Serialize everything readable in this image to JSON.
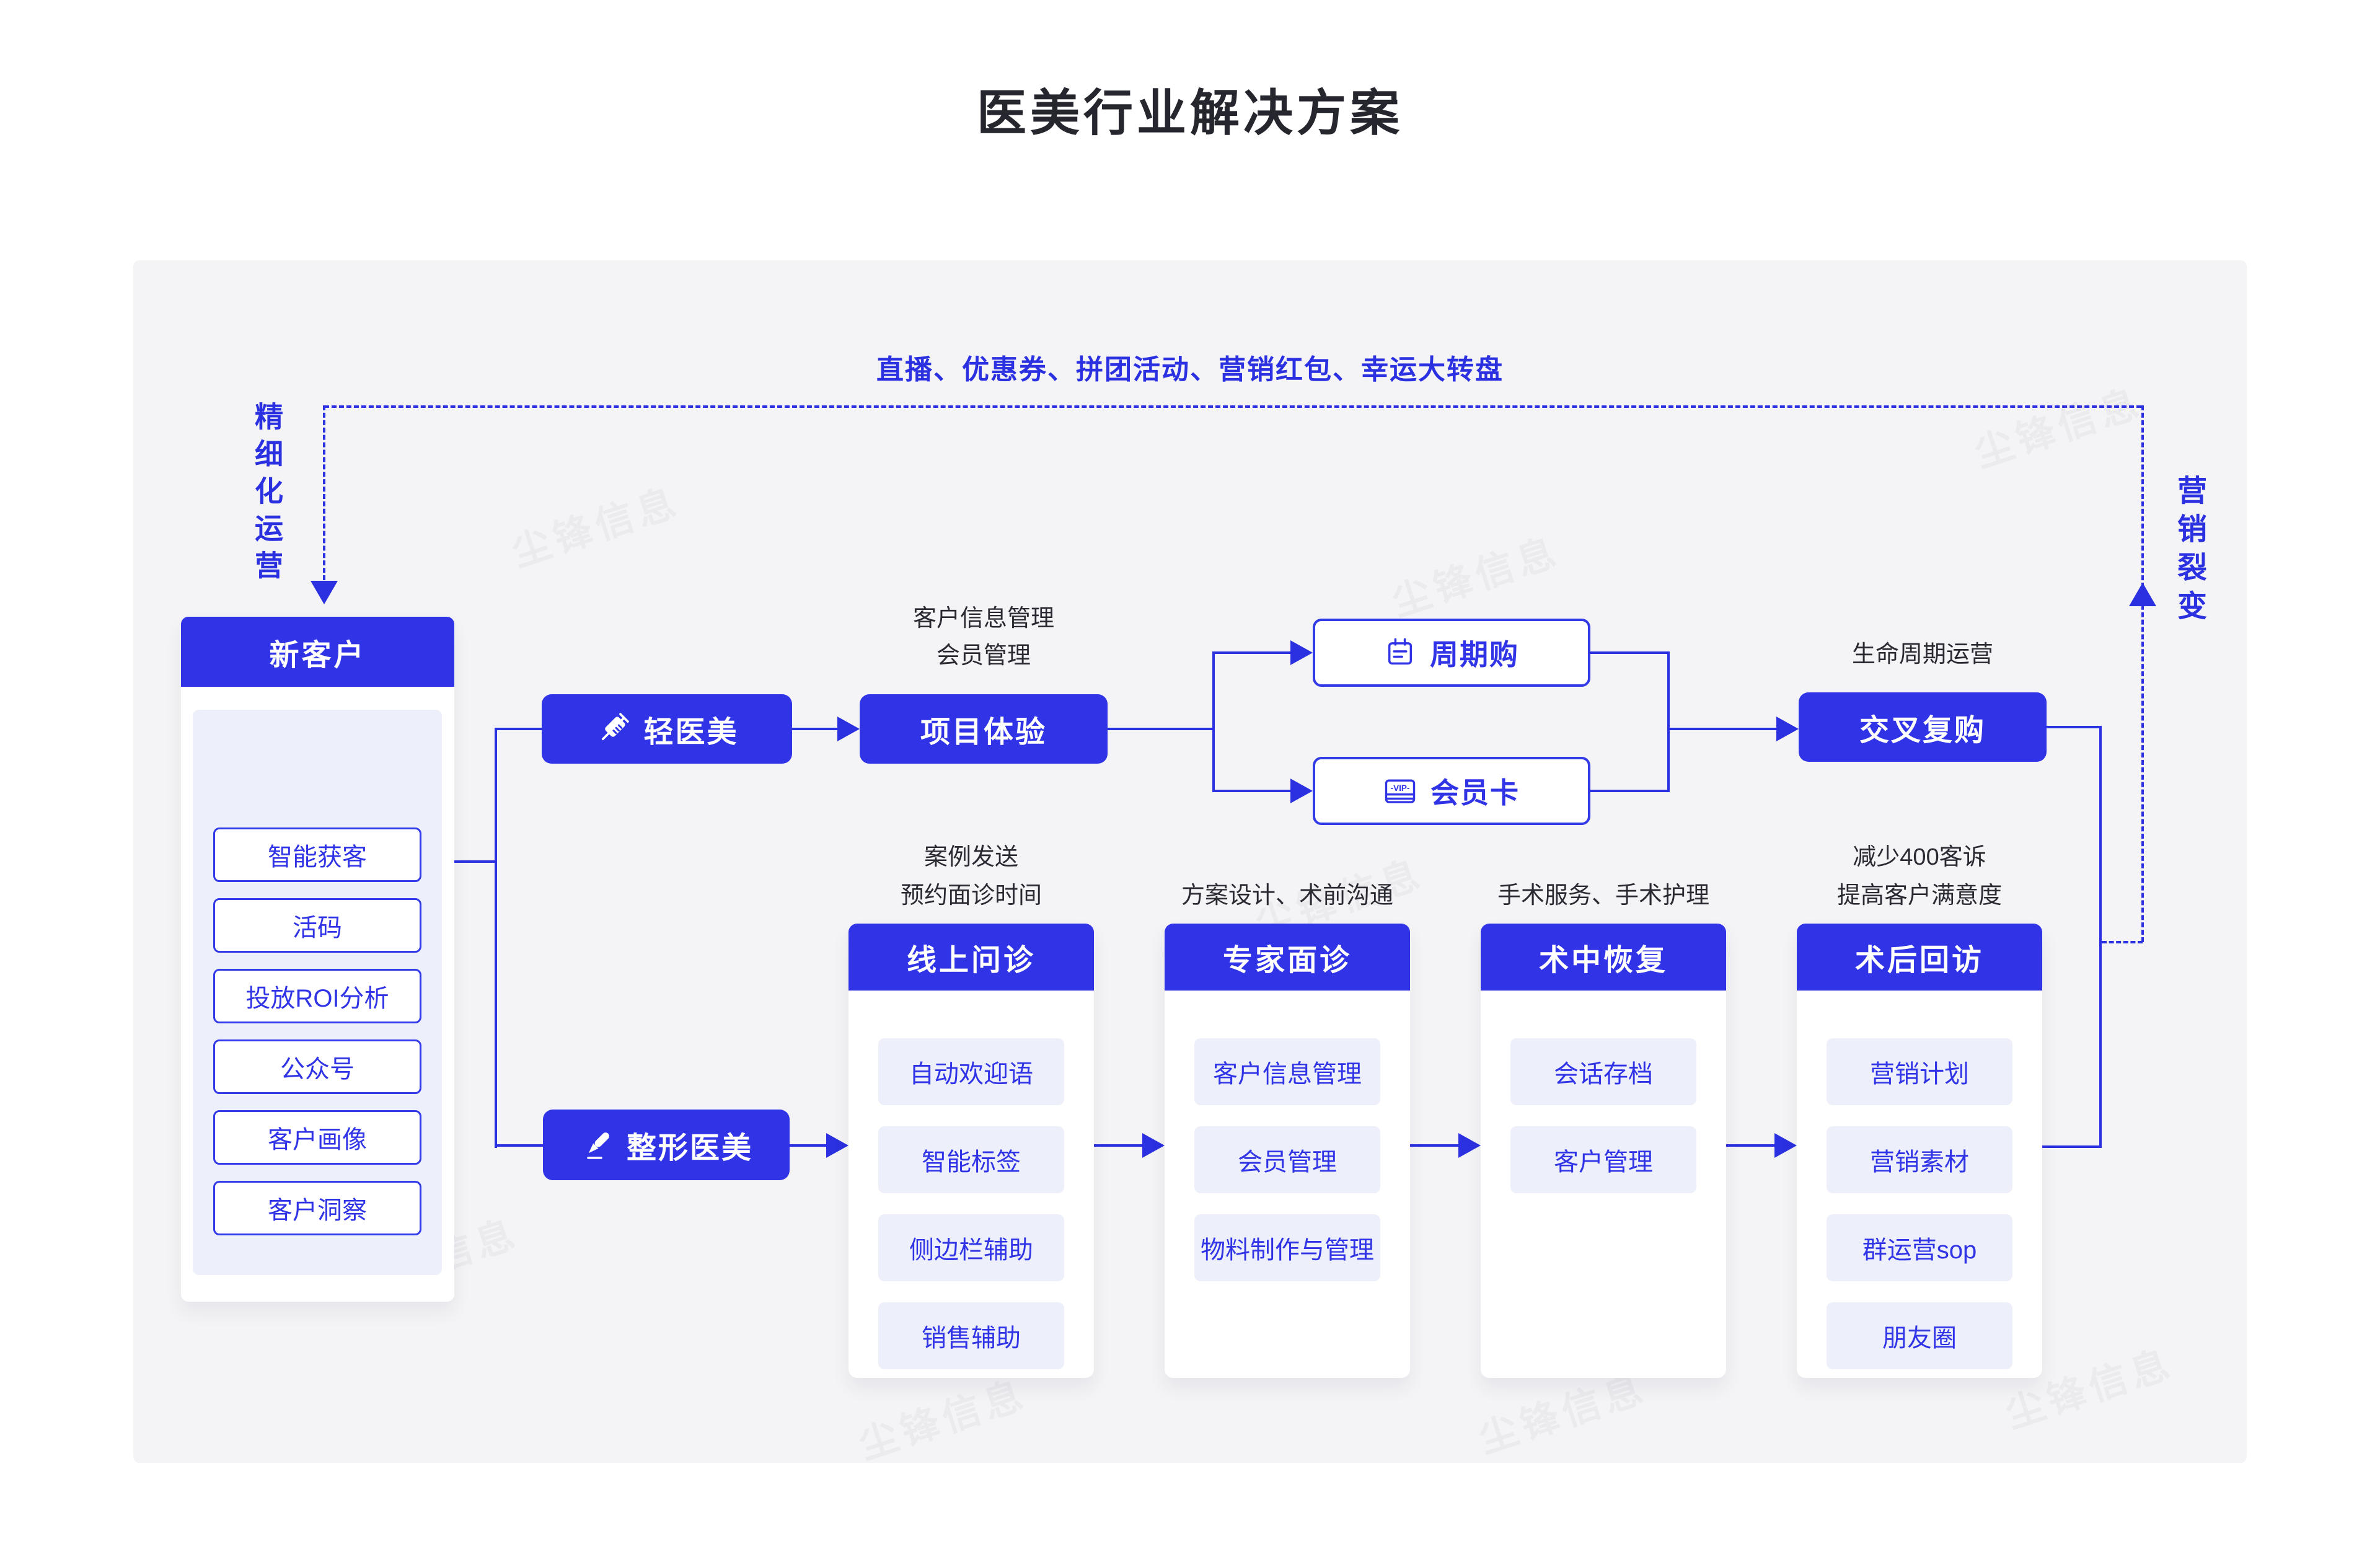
{
  "title": "医美行业解决方案",
  "campaign_banner": "直播、优惠券、拼团活动、营销红包、幸运大转盘",
  "side_labels": {
    "left": "精细化运营",
    "right": "营销裂变"
  },
  "new_customer": {
    "header": "新客户",
    "items": [
      "智能获客",
      "活码",
      "投放ROI分析",
      "公众号",
      "客户画像",
      "客户洞察"
    ]
  },
  "light_flow": {
    "entry_label": "轻医美",
    "entry_icon": "syringe-icon",
    "experience_label": "项目体验",
    "experience_notes": [
      "客户信息管理",
      "会员管理"
    ],
    "cycle_buy_label": "周期购",
    "cycle_buy_icon": "calendar-icon",
    "member_card_label": "会员卡",
    "member_card_icon": "vip-card-icon",
    "cross_label": "交叉复购",
    "cross_note": "生命周期运营"
  },
  "surgery_flow": {
    "entry_label": "整形医美",
    "entry_icon": "scalpel-icon",
    "stages": [
      {
        "header": "线上问诊",
        "notes": [
          "案例发送",
          "预约面诊时间"
        ],
        "items": [
          "自动欢迎语",
          "智能标签",
          "侧边栏辅助",
          "销售辅助"
        ]
      },
      {
        "header": "专家面诊",
        "notes": [
          "方案设计、术前沟通"
        ],
        "items": [
          "客户信息管理",
          "会员管理",
          "物料制作与管理"
        ]
      },
      {
        "header": "术中恢复",
        "notes": [
          "手术服务、手术护理"
        ],
        "items": [
          "会话存档",
          "客户管理"
        ]
      },
      {
        "header": "术后回访",
        "notes": [
          "减少400客诉",
          "提高客户满意度"
        ],
        "items": [
          "营销计划",
          "营销素材",
          "群运营sop",
          "朋友圈"
        ]
      }
    ]
  },
  "watermark_text": "尘锋信息",
  "colors": {
    "accent": "#3034e6",
    "line": "#2b30e0",
    "item_bg": "#edeffa",
    "panel_bg": "#f4f4f6",
    "dark_text": "#2a2a33"
  }
}
